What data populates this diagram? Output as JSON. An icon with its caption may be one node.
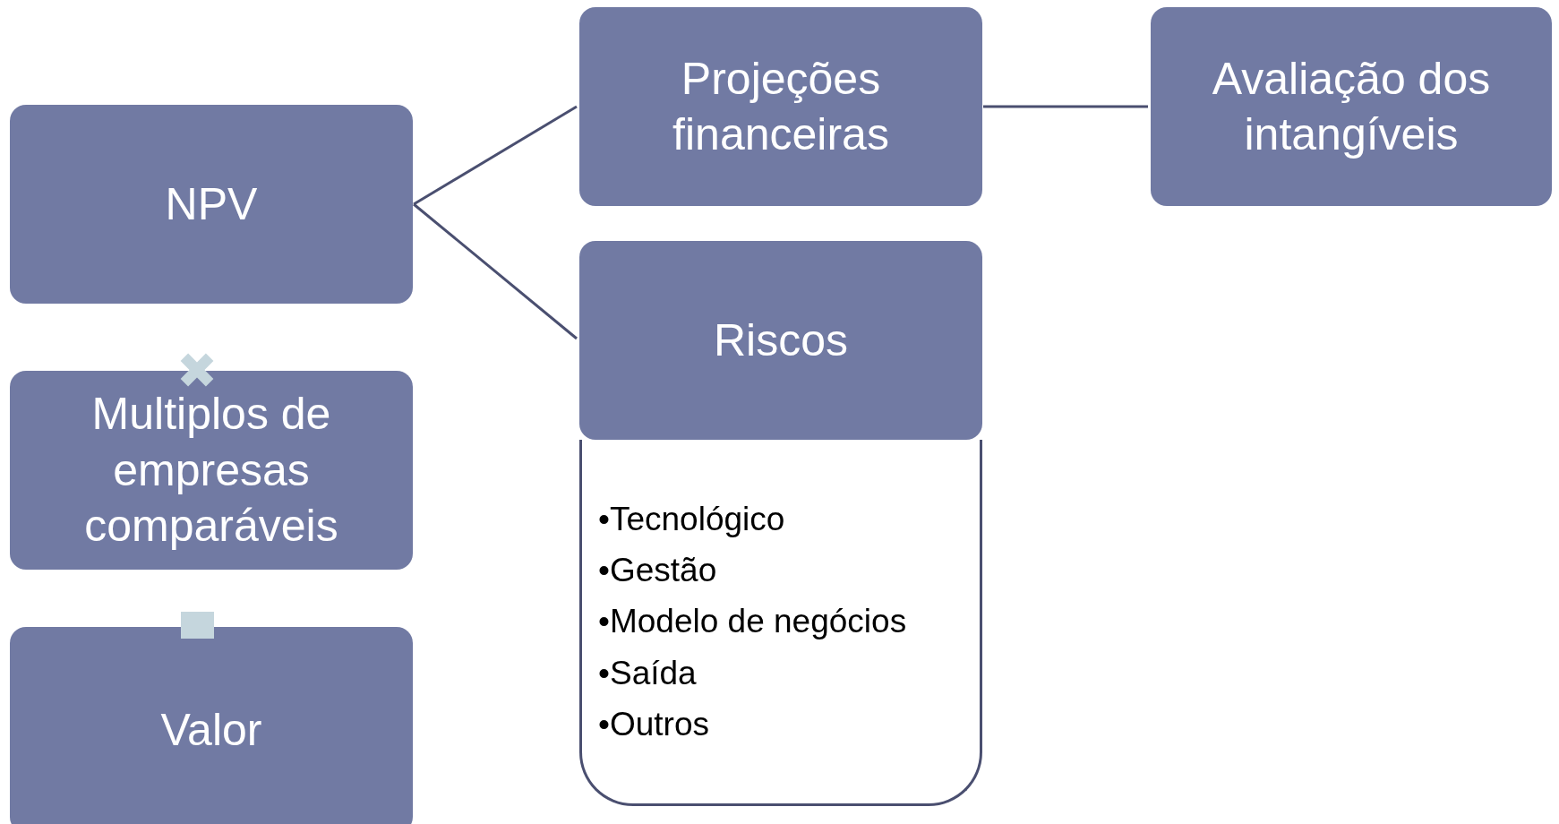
{
  "diagram": {
    "nodes": [
      {
        "text": [
          "NPV"
        ]
      },
      {
        "text": [
          "Multiplos de empresas comparáveis"
        ]
      },
      {
        "text": [
          "Valor"
        ]
      },
      {
        "text": [
          "Projeções financeiras"
        ]
      },
      {
        "text": [
          "Riscos"
        ]
      },
      {
        "text": [
          "•Tecnológico",
          "•Gestão",
          "•Modelo de negócios",
          "•Saída",
          "•Outros"
        ]
      },
      {
        "text": [
          "Avaliação dos intangíveis"
        ]
      }
    ],
    "edges": [
      {
        "from": 0,
        "to": 3,
        "arrow": "none"
      },
      {
        "from": 0,
        "to": 4,
        "arrow": "none"
      },
      {
        "from": 3,
        "to": 6,
        "arrow": "none"
      }
    ]
  }
}
